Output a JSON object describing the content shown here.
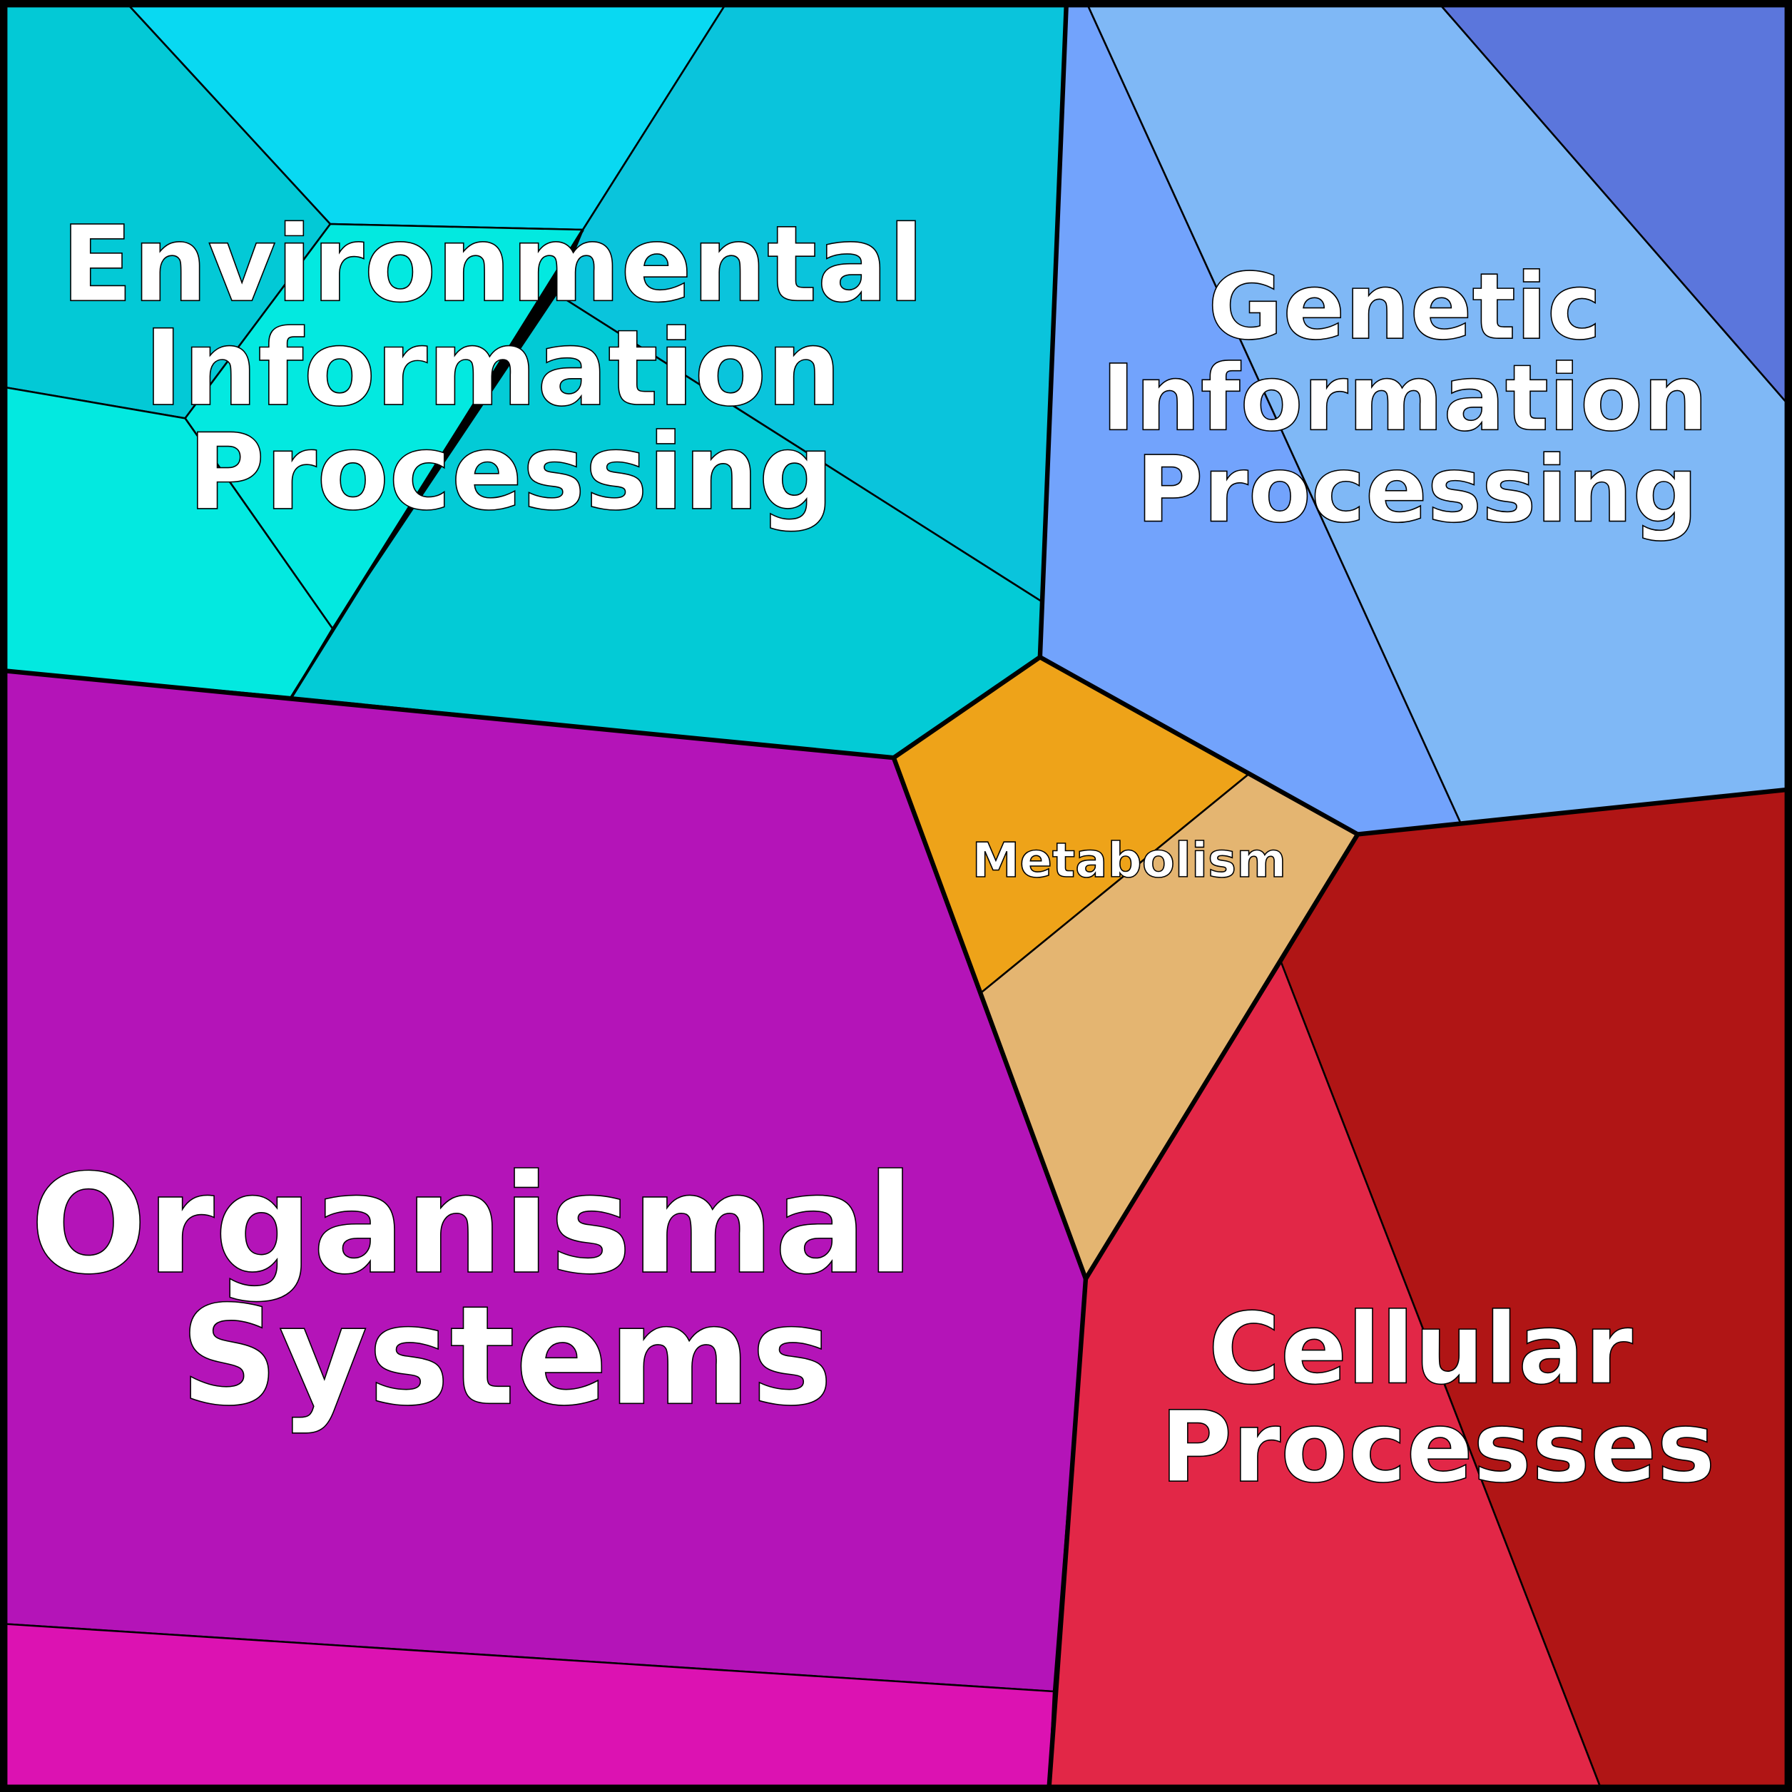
{
  "labels": {
    "environmental": [
      "Environmental",
      "Information",
      "Processing"
    ],
    "genetic": [
      "Genetic",
      "Information",
      "Processing"
    ],
    "metabolism": "Metabolism",
    "cellular": [
      "Cellular",
      "Processes"
    ],
    "organismal": [
      "Organismal",
      "Systems"
    ]
  },
  "colors": {
    "env_a": "#03c9d6",
    "env_b": "#09d9f2",
    "env_c": "#03e9e0",
    "env_d": "#0ac4dc",
    "env_e": "#03cbd6",
    "gen_a": "#72a3fc",
    "gen_b": "#7fb8f6",
    "gen_c": "#5b76dc",
    "met_a": "#eea319",
    "met_b": "#e4b571",
    "cel_a": "#b01515",
    "cel_b": "#e22747",
    "org_a": "#b414b8",
    "org_b": "#dc12b2"
  }
}
